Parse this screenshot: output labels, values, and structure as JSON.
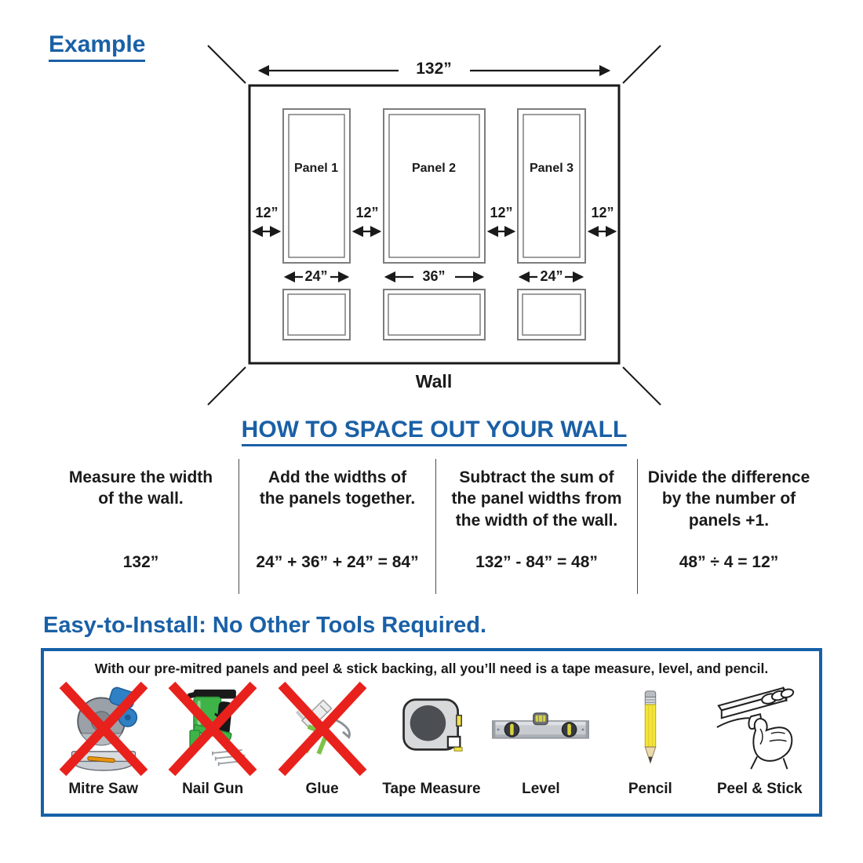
{
  "colors": {
    "accent_blue": "#1a60a6",
    "box_border_blue": "#1660a8",
    "red_x": "#e8211d",
    "diagram_line": "#1a1a1a",
    "panel_frame_gray": "#7d7d7d",
    "tool_green": "#3eb448",
    "pencil_yellow": "#f4e43c"
  },
  "example": {
    "title": "Example",
    "total_width": "132”",
    "wall_label": "Wall",
    "panels": [
      {
        "label": "Panel 1",
        "width": "24”"
      },
      {
        "label": "Panel 2",
        "width": "36”"
      },
      {
        "label": "Panel 3",
        "width": "24”"
      }
    ],
    "gap_labels": [
      "12”",
      "12”",
      "12”",
      "12”"
    ]
  },
  "how_to": {
    "title": "HOW TO SPACE OUT YOUR WALL",
    "steps": [
      {
        "instruction": "Measure the width\nof the wall.",
        "formula": "132”"
      },
      {
        "instruction": "Add the widths of\nthe panels together.",
        "formula": "24” + 36” + 24” = 84”"
      },
      {
        "instruction": "Subtract the sum of\nthe panel widths from\nthe width of the wall.",
        "formula": "132” - 84” = 48”"
      },
      {
        "instruction": "Divide the difference\nby the number of\npanels +1.",
        "formula": "48” ÷ 4 = 12”"
      }
    ]
  },
  "easy_install": {
    "title": "Easy-to-Install: No Other Tools Required.",
    "caption": "With our pre-mitred panels and peel & stick backing, all you’ll need is a tape measure, level, and pencil.",
    "tools": [
      {
        "name": "Mitre Saw",
        "icon": "mitre-saw-icon",
        "crossed_out": true
      },
      {
        "name": "Nail Gun",
        "icon": "nail-gun-icon",
        "crossed_out": true
      },
      {
        "name": "Glue",
        "icon": "glue-gun-icon",
        "crossed_out": true
      },
      {
        "name": "Tape Measure",
        "icon": "tape-measure-icon",
        "crossed_out": false
      },
      {
        "name": "Level",
        "icon": "level-icon",
        "crossed_out": false
      },
      {
        "name": "Pencil",
        "icon": "pencil-icon",
        "crossed_out": false
      },
      {
        "name": "Peel & Stick",
        "icon": "peel-and-stick-icon",
        "crossed_out": false
      }
    ]
  }
}
